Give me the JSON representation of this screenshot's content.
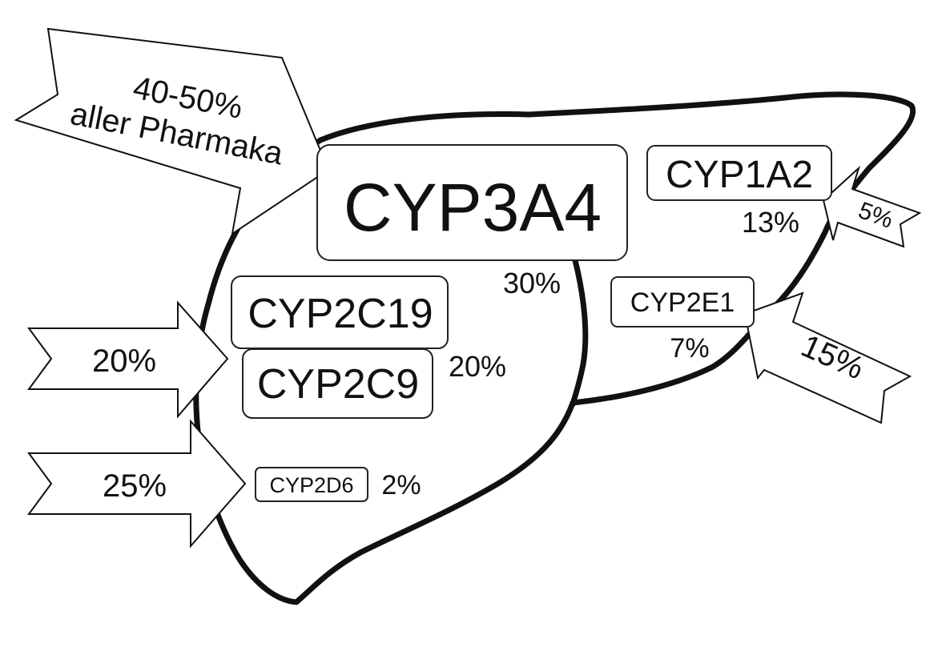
{
  "enzymes": {
    "cyp3a4": {
      "name": "CYP3A4",
      "share": "30%"
    },
    "cyp1a2": {
      "name": "CYP1A2",
      "share": "13%"
    },
    "cyp2e1": {
      "name": "CYP2E1",
      "share": "7%"
    },
    "cyp2c19": {
      "name": "CYP2C19"
    },
    "cyp2c9": {
      "name": "CYP2C9"
    },
    "cyp2c_share": "20%",
    "cyp2d6": {
      "name": "CYP2D6",
      "share": "2%"
    }
  },
  "arrows": {
    "cyp3a4_line1": "40-50%",
    "cyp3a4_line2": "aller Pharmaka",
    "cyp2c": "20%",
    "cyp2d6": "25%",
    "cyp1a2": "5%",
    "cyp2e1": "15%"
  },
  "colors": {
    "line": "#111111",
    "background": "#ffffff"
  }
}
